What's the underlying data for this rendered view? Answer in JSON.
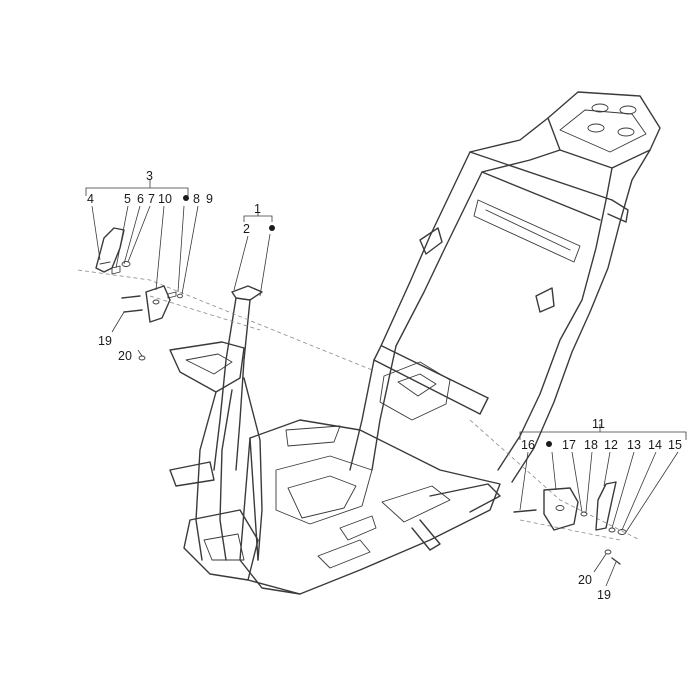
{
  "callouts": {
    "n1": "1",
    "n2": "2",
    "n3": "3",
    "n4": "4",
    "n5": "5",
    "n6": "6",
    "n7": "7",
    "n8": "8",
    "n9": "9",
    "n10": "10",
    "n11": "11",
    "n12": "12",
    "n13": "13",
    "n14": "14",
    "n15": "15",
    "n16": "16",
    "n17": "17",
    "n18": "18",
    "n19a": "19",
    "n20a": "20",
    "n19b": "19",
    "n20b": "20"
  },
  "colors": {
    "line": "#3a3a3a",
    "text": "#1a1a1a",
    "dashed": "#8a8a8a",
    "background": "#ffffff"
  },
  "markers": [
    "bullet-2",
    "bullet-8",
    "bullet-16"
  ]
}
